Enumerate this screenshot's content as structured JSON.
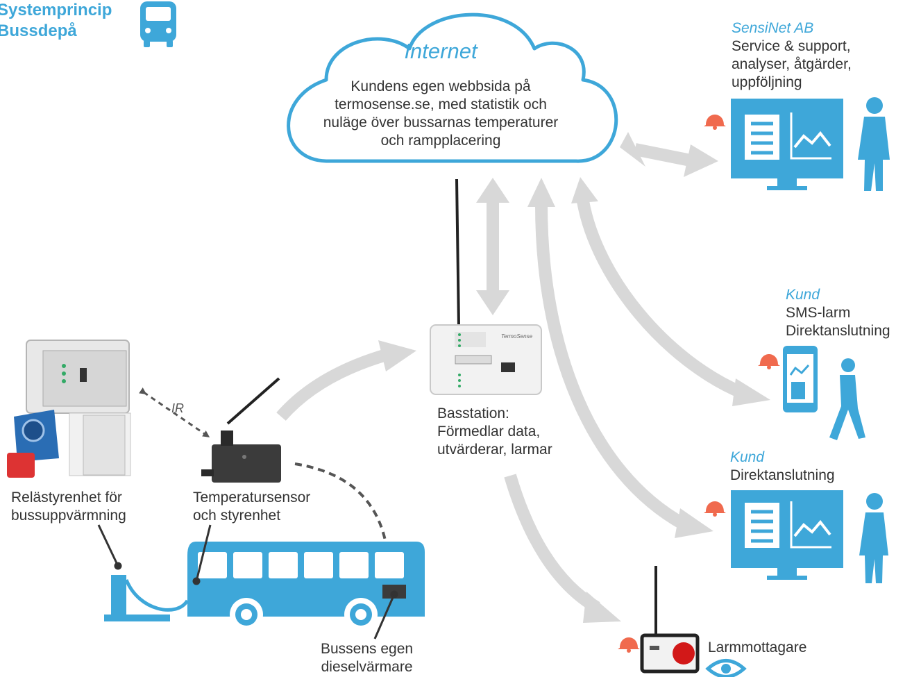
{
  "header": {
    "line1": "Systemprincip",
    "line2": "Bussdepå"
  },
  "internet": {
    "title": "Internet",
    "description": "Kundens egen webbsida på\ntermosense.se, med statistik och\nnuläge över bussarnas temperaturer\noch rampplacering"
  },
  "sensinet": {
    "name": "SensiNet AB",
    "description": "Service & support,\nanalyser, åtgärder,\nuppföljning"
  },
  "kund_sms": {
    "name": "Kund",
    "description": "SMS-larm\nDirektanslutning"
  },
  "kund_direct": {
    "name": "Kund",
    "description": "Direktanslutning"
  },
  "basestation": {
    "description": "Basstation:\nFörmedlar data,\nutvärderar, larmar",
    "brand": "TermoSense"
  },
  "relay": {
    "label": "Relästyrenhet för\nbussuppvärmning"
  },
  "sensor": {
    "label": "Temperatursensor\noch styrenhet"
  },
  "ir_label": "IR",
  "heater": {
    "label": "Bussens egen\ndieselvärmare"
  },
  "alarm_receiver": {
    "label": "Larmmottagare"
  },
  "icons": {
    "bus": "bus-icon",
    "bell": "bell-icon",
    "eye": "eye-icon",
    "monitor": "monitor-icon",
    "phone": "phone-icon",
    "person": "person-icon"
  },
  "colors": {
    "accent": "#3ea7d9",
    "arrow": "#d8d8d8",
    "bell": "#f06a4e",
    "text": "#333333"
  }
}
